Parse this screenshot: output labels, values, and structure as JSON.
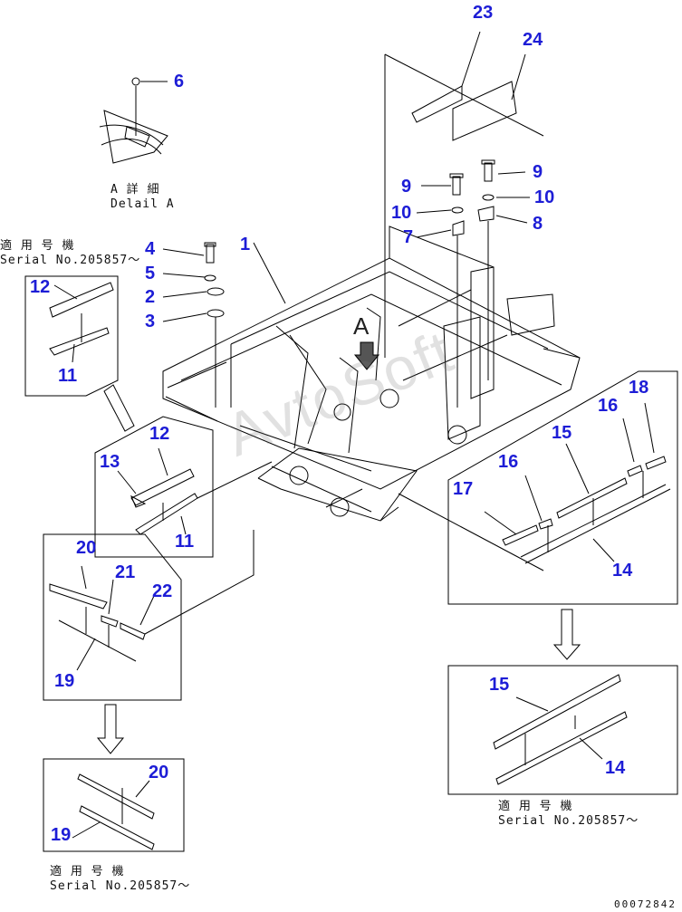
{
  "callouts": {
    "c1": "1",
    "c2": "2",
    "c3": "3",
    "c4": "4",
    "c5": "5",
    "c6": "6",
    "c7": "7",
    "c8": "8",
    "c9a": "9",
    "c9b": "9",
    "c10a": "10",
    "c10b": "10",
    "c11a": "11",
    "c11b": "11",
    "c12a": "12",
    "c12b": "12",
    "c13": "13",
    "c14a": "14",
    "c14b": "14",
    "c15a": "15",
    "c15b": "15",
    "c16a": "16",
    "c16b": "16",
    "c17": "17",
    "c18": "18",
    "c19a": "19",
    "c19b": "19",
    "c20a": "20",
    "c20b": "20",
    "c21": "21",
    "c22": "22",
    "c23": "23",
    "c24": "24"
  },
  "notes": {
    "detail_a": "A 詳 細\nDelail A",
    "serial_top_left": "適 用 号 機\nSerial No.205857～",
    "serial_bottom_left": "適 用 号 機\nSerial No.205857～",
    "serial_bottom_right": "適 用 号 機\nSerial No.205857～"
  },
  "view_marker": "A",
  "watermark": "AvtoSoft",
  "document_number": "00072842",
  "colors": {
    "callout": "#1d1dd6",
    "line": "#000000"
  }
}
